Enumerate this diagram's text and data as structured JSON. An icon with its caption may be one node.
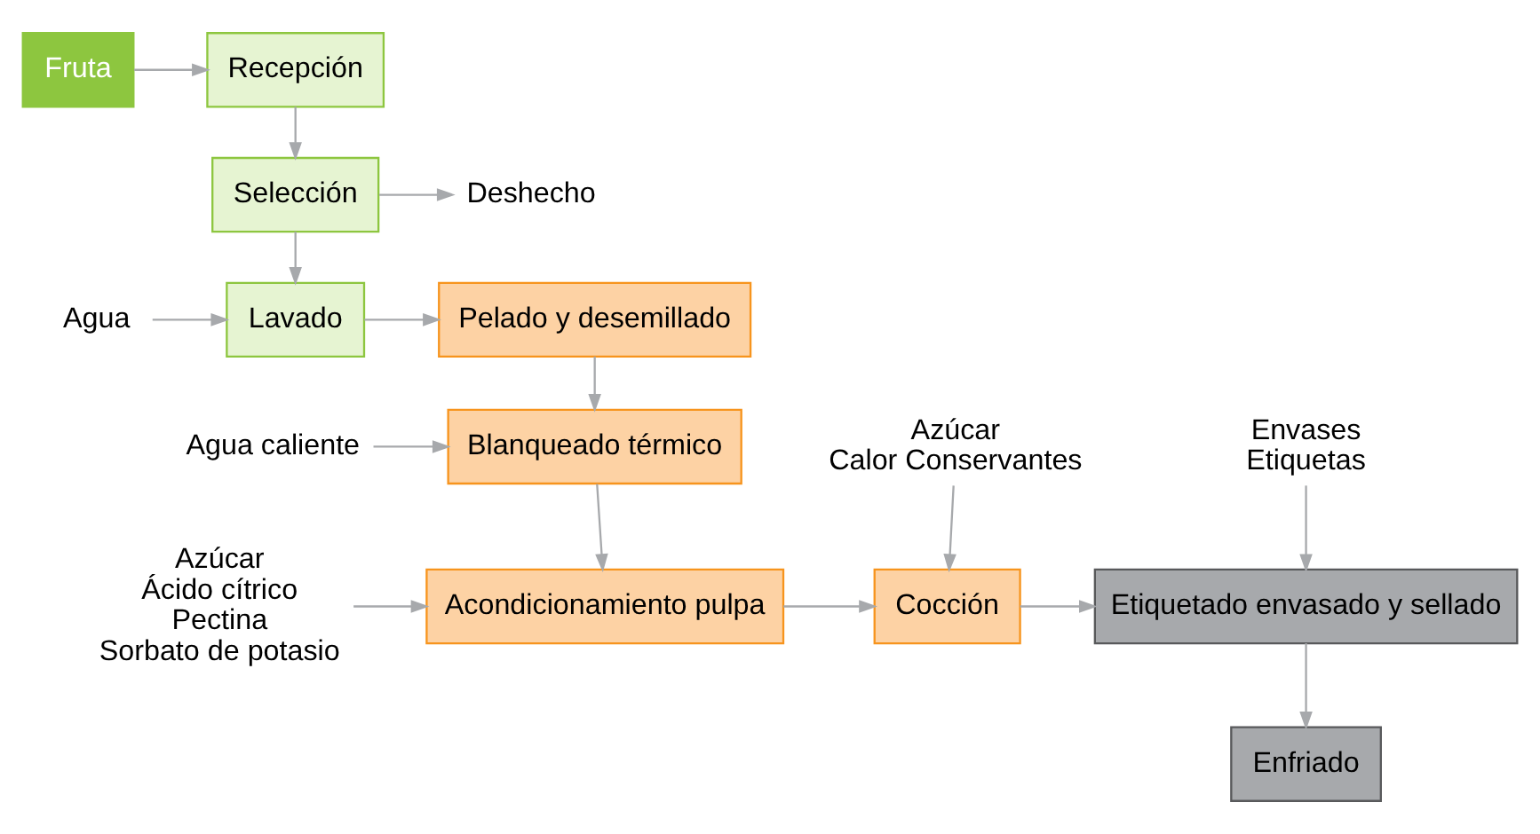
{
  "diagram": {
    "nodes": [
      {
        "text": [
          "Fruta"
        ]
      },
      {
        "text": [
          "Recepción"
        ]
      },
      {
        "text": [
          "Deshecho"
        ]
      },
      {
        "text": [
          "Selección"
        ]
      },
      {
        "text": [
          "Agua"
        ]
      },
      {
        "text": [
          "Lavado"
        ]
      },
      {
        "text": [
          "Pelado y desemillado"
        ]
      },
      {
        "text": [
          "Agua caliente"
        ]
      },
      {
        "text": [
          "Blanqueado térmico"
        ]
      },
      {
        "text": [
          "Azúcar",
          "Ácido cítrico",
          "Pectina",
          "Sorbato de potasio"
        ]
      },
      {
        "text": [
          "Acondicionamiento pulpa"
        ]
      },
      {
        "text": [
          "Cocción"
        ]
      },
      {
        "text": [
          "Azúcar",
          "Calor Conservantes"
        ]
      },
      {
        "text": [
          "Envases",
          "Etiquetas"
        ]
      },
      {
        "text": [
          "Etiquetado envasado y sellado"
        ]
      },
      {
        "text": [
          "Enfriado"
        ]
      }
    ],
    "edges": [
      {
        "from": 0,
        "to": 1,
        "arrow": "to"
      },
      {
        "from": 1,
        "to": 3,
        "arrow": "to"
      },
      {
        "from": 3,
        "to": 2,
        "arrow": "to"
      },
      {
        "from": 3,
        "to": 5,
        "arrow": "to"
      },
      {
        "from": 4,
        "to": 5,
        "arrow": "to"
      },
      {
        "from": 5,
        "to": 6,
        "arrow": "to"
      },
      {
        "from": 6,
        "to": 8,
        "arrow": "to"
      },
      {
        "from": 7,
        "to": 8,
        "arrow": "to"
      },
      {
        "from": 8,
        "to": 10,
        "arrow": "to"
      },
      {
        "from": 9,
        "to": 10,
        "arrow": "to"
      },
      {
        "from": 10,
        "to": 11,
        "arrow": "to"
      },
      {
        "from": 12,
        "to": 11,
        "arrow": "to"
      },
      {
        "from": 11,
        "to": 14,
        "arrow": "to"
      },
      {
        "from": 13,
        "to": 14,
        "arrow": "to"
      },
      {
        "from": 14,
        "to": 15,
        "arrow": "to"
      }
    ]
  }
}
